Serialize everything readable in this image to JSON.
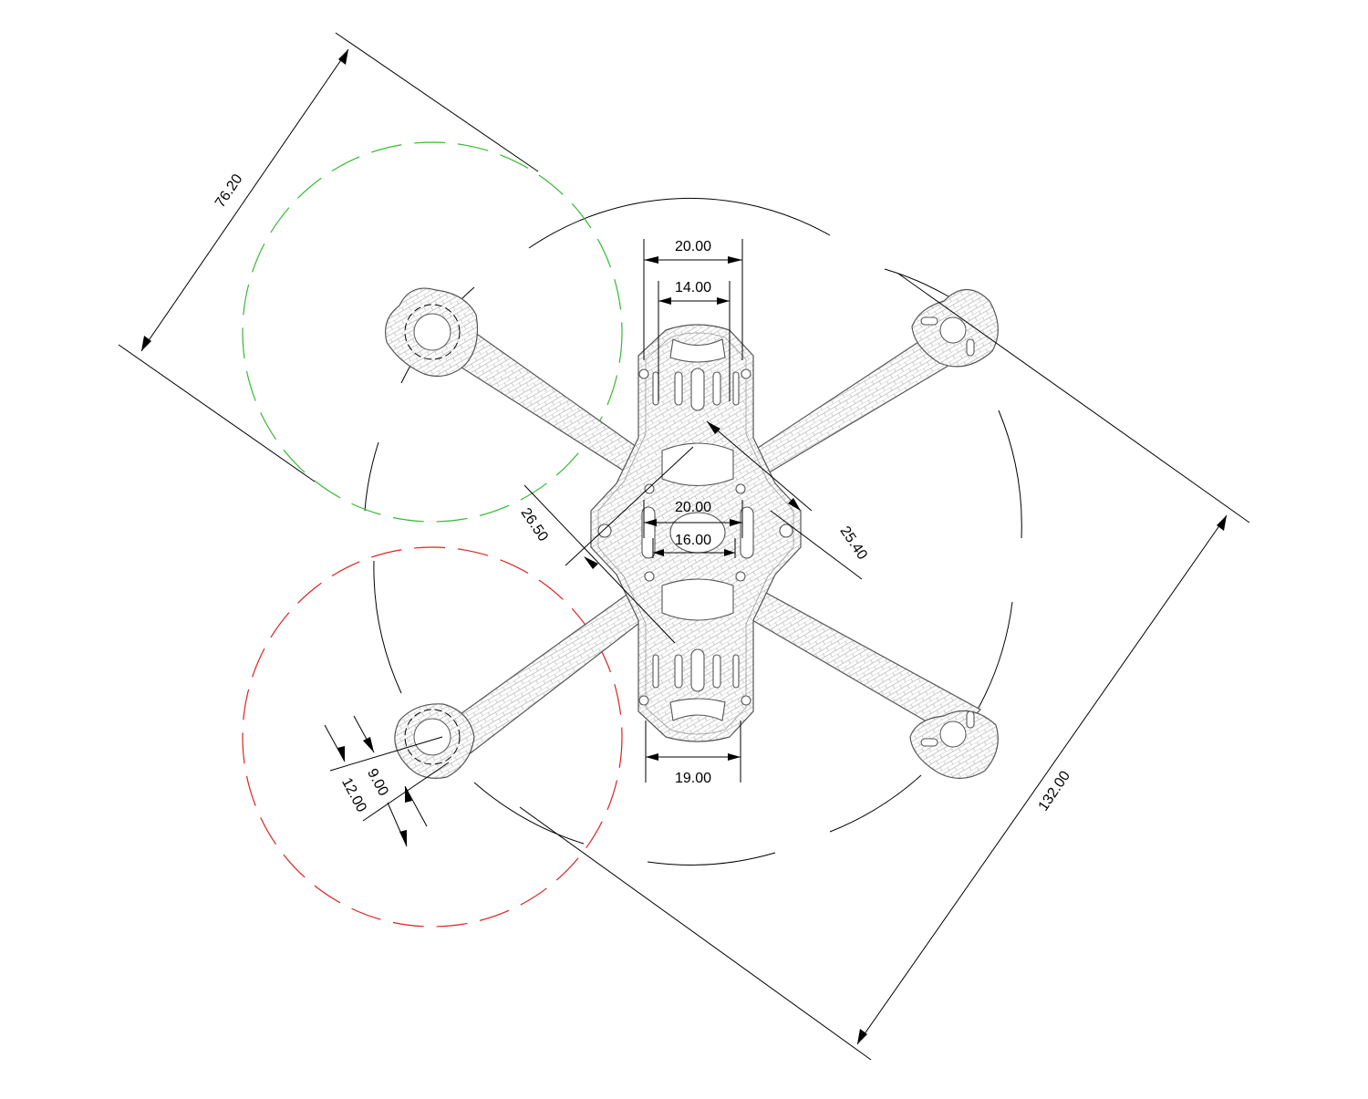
{
  "drawing": {
    "colors": {
      "line": "#000000",
      "frame_outline": "#555555",
      "hatch": "#b8b8b8",
      "prop_upper": "#33bb33",
      "prop_lower": "#dd2222"
    },
    "dimensions": {
      "prop_diameter": "76.20",
      "wheelbase": "132.00",
      "top_outer_width": "20.00",
      "top_inner_width": "14.00",
      "center_outer_width": "20.00",
      "center_inner_width": "16.00",
      "stack_offset_left": "26.50",
      "stack_offset_right": "25.40",
      "bottom_width": "19.00",
      "motor_inner": "9.00",
      "motor_outer": "12.00"
    }
  }
}
